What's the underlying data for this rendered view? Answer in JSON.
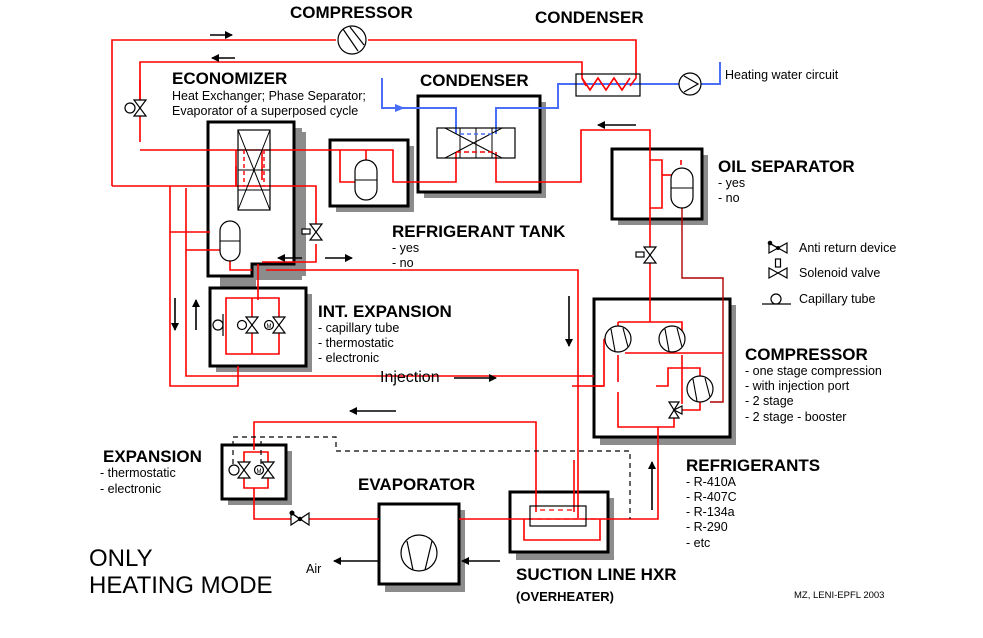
{
  "title": "Heat pump refrigeration circuit — only heating mode",
  "colors": {
    "refrigerant_line": "#ff0000",
    "oil_line": "#b00000",
    "water_line": "#4a6ef5",
    "component_shadow": "#8c8c8c",
    "outline": "#000000"
  },
  "mode_label": [
    "ONLY",
    "HEATING MODE"
  ],
  "credit": "MZ, LENI-EPFL 2003",
  "top_labels": {
    "compressor": "COMPRESSOR",
    "condenser": "CONDENSER",
    "heating_water_circuit": "Heating water circuit"
  },
  "components": {
    "economizer": {
      "title": "ECONOMIZER",
      "lines": [
        "Heat Exchanger; Phase Separator;",
        "Evaporator of a superposed cycle"
      ]
    },
    "condenser": {
      "title": "CONDENSER"
    },
    "refrigerant_tank": {
      "title": "REFRIGERANT TANK",
      "options": [
        "- yes",
        "- no"
      ]
    },
    "oil_separator": {
      "title": "OIL SEPARATOR",
      "options": [
        "- yes",
        "- no"
      ]
    },
    "int_expansion": {
      "title": "INT. EXPANSION",
      "options": [
        "- capillary tube",
        "- thermostatic",
        "- electronic"
      ]
    },
    "compressor": {
      "title": "COMPRESSOR",
      "options": [
        "- one stage compression",
        "- with injection port",
        "- 2 stage",
        "- 2 stage - booster"
      ]
    },
    "expansion": {
      "title": "EXPANSION",
      "options": [
        "- thermostatic",
        "- electronic"
      ]
    },
    "evaporator": {
      "title": "EVAPORATOR",
      "air_label": "Air"
    },
    "suction_line_hxr": {
      "title": "SUCTION LINE HXR",
      "subtitle": "(OVERHEATER)"
    },
    "refrigerants": {
      "title": "REFRIGERANTS",
      "options": [
        "- R-410A",
        "- R-407C",
        "- R-134a",
        "- R-290",
        "- etc"
      ]
    }
  },
  "injection_label": "Injection",
  "legend": [
    {
      "icon": "anti-return-device-icon",
      "label": "Anti return device"
    },
    {
      "icon": "solenoid-valve-icon",
      "label": "Solenoid valve"
    },
    {
      "icon": "capillary-tube-icon",
      "label": "Capillary tube"
    }
  ]
}
